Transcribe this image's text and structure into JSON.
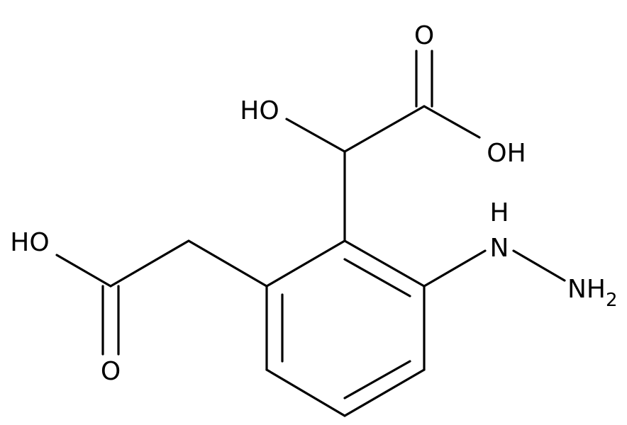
{
  "molecule": {
    "labels": {
      "carbonyl_o_top": "O",
      "hydroxy_alpha": "HO",
      "acid_oh_right": "OH",
      "hydrazine_nh": "H",
      "hydrazine_nh_n": "N",
      "hydrazine_nh2": "NH",
      "hydrazine_nh2_sub": "2",
      "acetic_oh_left": "HO",
      "carbonyl_o_bottom": "O"
    }
  }
}
